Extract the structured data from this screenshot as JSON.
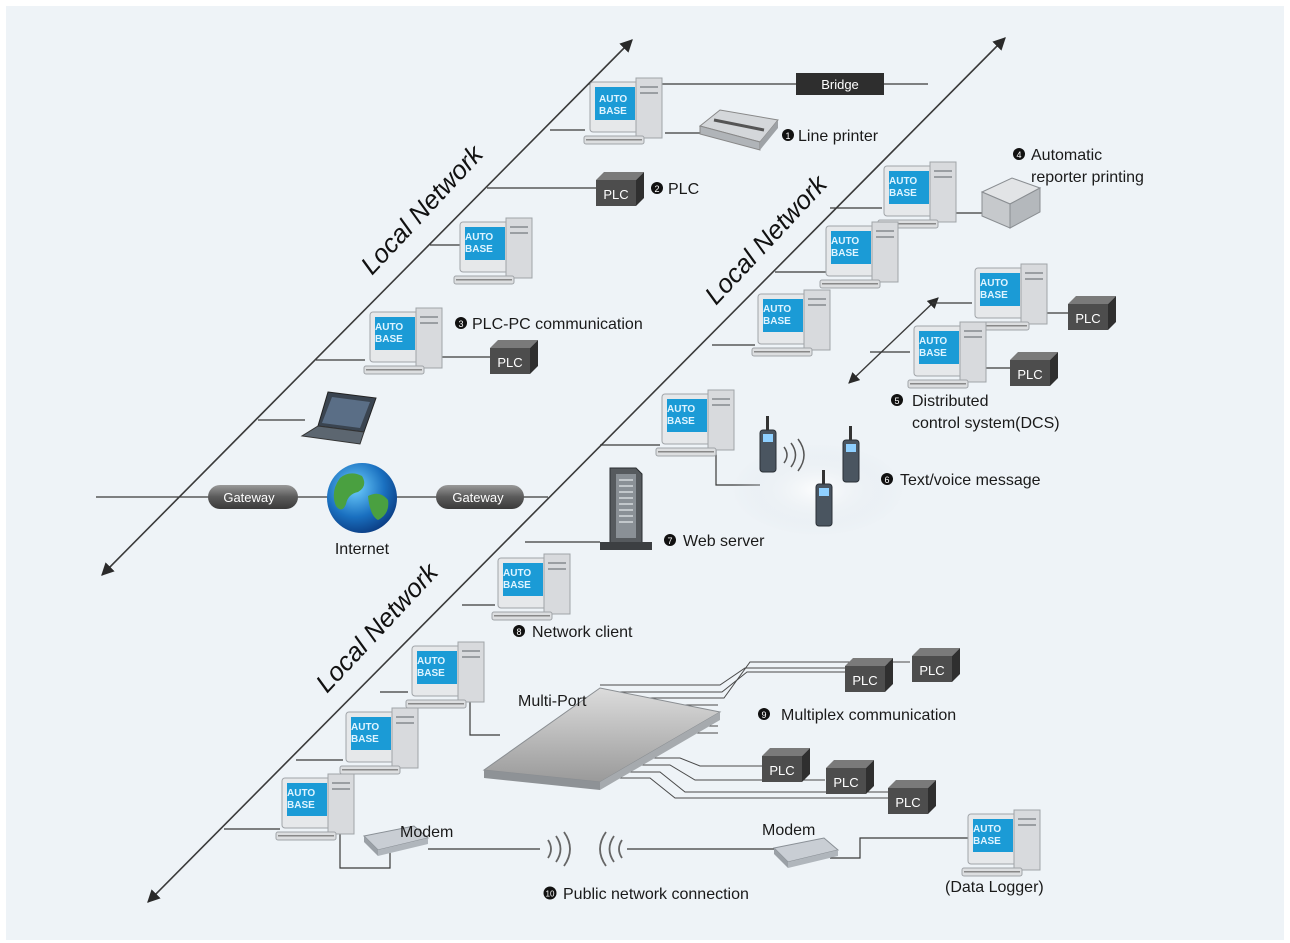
{
  "labels": {
    "bridge": "Bridge",
    "line_printer": "Line printer",
    "plc_device": "PLC",
    "automatic_reporter_1": "Automatic",
    "automatic_reporter_2": "reporter printing",
    "plc_pc": "PLC-PC communication",
    "dcs_1": "Distributed",
    "dcs_2": "control system(DCS)",
    "text_voice": "Text/voice message",
    "web_server": "Web server",
    "network_client": "Network client",
    "multiport": "Multi-Port",
    "multiplex": "Multiplex communication",
    "modem": "Modem",
    "public_network": "Public network connection",
    "data_logger": "(Data Logger)",
    "gateway": "Gateway",
    "internet": "Internet",
    "local_network": "Local Network",
    "plc": "PLC",
    "autobase_1": "AUTO",
    "autobase_2": "BASE"
  },
  "markers": [
    "1",
    "2",
    "3",
    "4",
    "5",
    "6",
    "7",
    "8",
    "9",
    "10"
  ],
  "icons": {
    "computer": "computer-icon",
    "printer": "printer-icon",
    "plc": "plc-box-icon",
    "laptop": "laptop-icon",
    "globe": "globe-icon",
    "phone": "mobile-phone-icon",
    "server": "server-tower-icon",
    "modem": "modem-icon",
    "signal": "wireless-signal-icon",
    "switch": "multiport-switch-icon"
  },
  "colors": {
    "background": "#eef3f7",
    "line": "#3a3a3a",
    "screen": "#1b9bd6",
    "plc_box": "#4a4a4a",
    "bridge_box": "#2e2e2e"
  }
}
